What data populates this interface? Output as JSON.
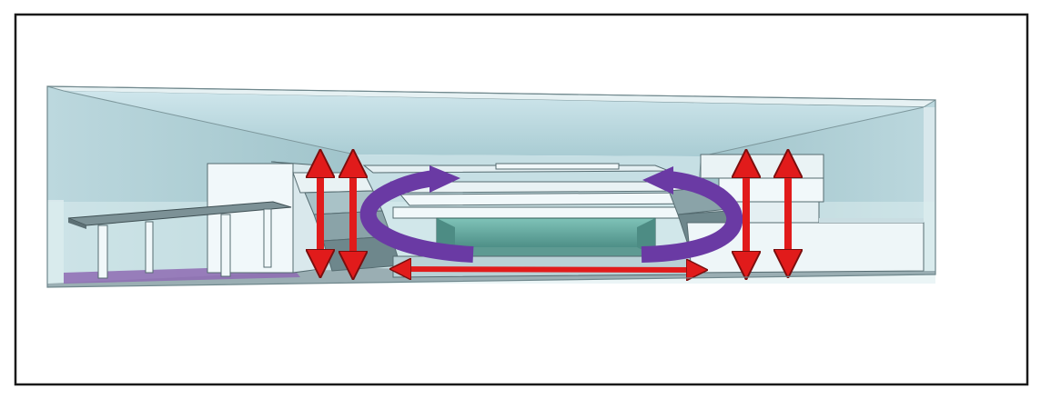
{
  "diagram": {
    "kind": "3d-room-section-with-airflow",
    "palette": {
      "background": "#ffffff",
      "frame": "#1a1a1a",
      "room_light": "#d5e9ee",
      "room_mid": "#b3d3da",
      "room_dark": "#8fb5bd",
      "block_white": "#f1f8fa",
      "block_edge": "#556b70",
      "floor_shadow": "#7f949a",
      "stage_green": "#6fb2a8",
      "purple_floor": "#8e6bb3",
      "vertical_arrow": "#e11b1b",
      "horizontal_arrow": "#e11b1b",
      "circulation_arrow": "#6a3aa4"
    },
    "arrows": {
      "vertical_count": 4,
      "horizontal_count": 1,
      "circulation_count": 2
    }
  }
}
